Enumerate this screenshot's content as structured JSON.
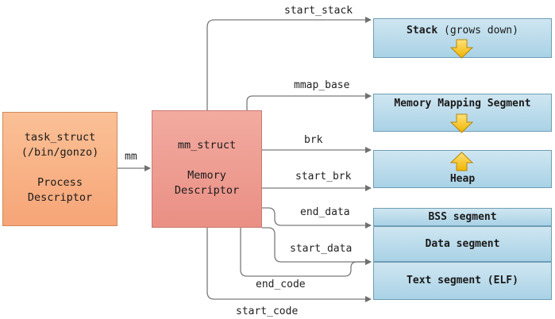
{
  "task_struct": {
    "line1": "task_struct",
    "line2": "(/bin/gonzo)",
    "line3": "Process",
    "line4": "Descriptor"
  },
  "mm_struct": {
    "line1": "mm_struct",
    "line2": "Memory",
    "line3": "Descriptor"
  },
  "edge_labels": {
    "mm": "mm",
    "start_stack": "start_stack",
    "mmap_base": "mmap_base",
    "brk": "brk",
    "start_brk": "start_brk",
    "end_data": "end_data",
    "start_data": "start_data",
    "end_code": "end_code",
    "start_code": "start_code"
  },
  "segments": {
    "stack_bold": "Stack",
    "stack_rest": " (grows down)",
    "mmap": "Memory Mapping Segment",
    "heap": "Heap",
    "bss": "BSS segment",
    "data": "Data segment",
    "text": "Text segment (ELF)"
  },
  "colors": {
    "task_fill": "#f6a577",
    "mm_fill": "#ea8f84",
    "segment_fill": "#a9d2e6",
    "arrow_fill": "#f5c000"
  },
  "icons": {
    "stack_arrow": "down-arrow-icon",
    "mmap_arrow": "down-arrow-icon",
    "heap_arrow": "up-arrow-icon"
  }
}
